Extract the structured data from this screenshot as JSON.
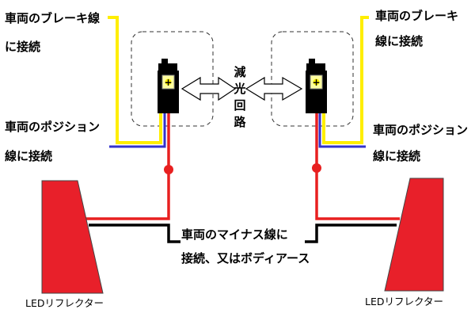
{
  "labels": {
    "left_brake_line1": "車両のブレーキ線",
    "left_brake_line2": "に接続",
    "right_brake_line1": "車両のブレーキ",
    "right_brake_line2": "線に接続",
    "left_position_line1": "車両のポジション",
    "left_position_line2": "線に接続",
    "right_position_line1": "車両のポジション",
    "right_position_line2": "線に接続",
    "ground_line1": "車両のマイナス線に",
    "ground_line2": "接続、又はボディアース",
    "left_reflector": "LEDリフレクター",
    "right_reflector": "LEDリフレクター",
    "dimming_chars": [
      "減",
      "光",
      "回",
      "路"
    ],
    "led_symbol": "+"
  },
  "colors": {
    "brake_wire": "#ffee00",
    "position_wire": "#3333cc",
    "supply_wire": "#e82020",
    "ground_wire": "#000000",
    "reflector_fill": "#e8202a",
    "led_body": "#000000",
    "led_chip": "#ffffa0",
    "dashed_box": "#333333"
  }
}
